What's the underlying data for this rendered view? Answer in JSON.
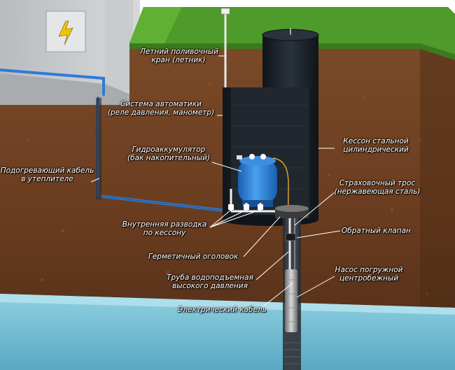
{
  "labels": {
    "summer_tap": [
      "Летний поливочный",
      "кран (летник)"
    ],
    "automation": [
      "Система автоматики",
      "(реле давления, манометр)"
    ],
    "accumulator": [
      "Гидроаккумулятор",
      "(бак накопительный)"
    ],
    "heating_cable": [
      "Подогревающий кабель",
      "в утеплителе"
    ],
    "caisson": [
      "Кессон стальной",
      "цилиндрический"
    ],
    "safety_rope": [
      "Страховочный трос",
      "(нержавеющая сталь)"
    ],
    "internal_piping": [
      "Внутренняя разводка",
      "по кессону"
    ],
    "check_valve": "Обратный клапан",
    "sealed_head": "Герметичный оголовок",
    "pressure_pipe": [
      "Труба водоподъемная",
      "высокого давления"
    ],
    "pump": [
      "Насос погружной",
      "центробежный"
    ],
    "electric_cable": "Электрический кабель"
  },
  "colors": {
    "sky": "#ffffff",
    "soil": "#6b3f22",
    "soil_dark": "#3f2412",
    "grass": "#4e9a2a",
    "water": "#7cc3d8",
    "caisson": "#1c2229",
    "blue_pipe": "#2f7ad6",
    "tank": "#2a7fd4",
    "leader": "#ffffff"
  }
}
